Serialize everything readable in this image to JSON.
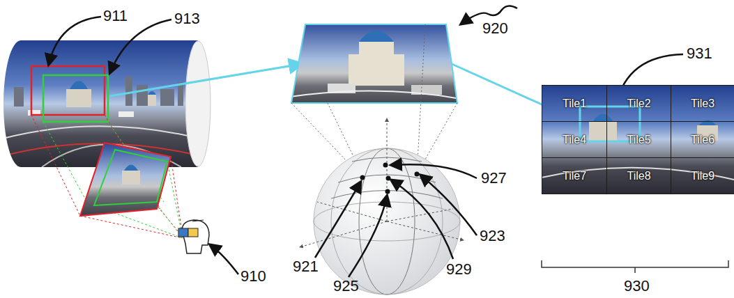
{
  "diagram": {
    "nodes": [
      {
        "text": [
          "Tile1"
        ]
      },
      {
        "text": [
          "Tile2"
        ]
      },
      {
        "text": [
          "Tile3"
        ]
      },
      {
        "text": [
          "Tile4"
        ]
      },
      {
        "text": [
          "Tile5"
        ]
      },
      {
        "text": [
          "Tile6"
        ]
      },
      {
        "text": [
          "Tile7"
        ]
      },
      {
        "text": [
          "Tile8"
        ]
      },
      {
        "text": [
          "Tile9"
        ]
      }
    ],
    "labels": [
      "911",
      "913",
      "920",
      "931",
      "927",
      "921",
      "923",
      "925",
      "929",
      "930",
      "910"
    ]
  }
}
